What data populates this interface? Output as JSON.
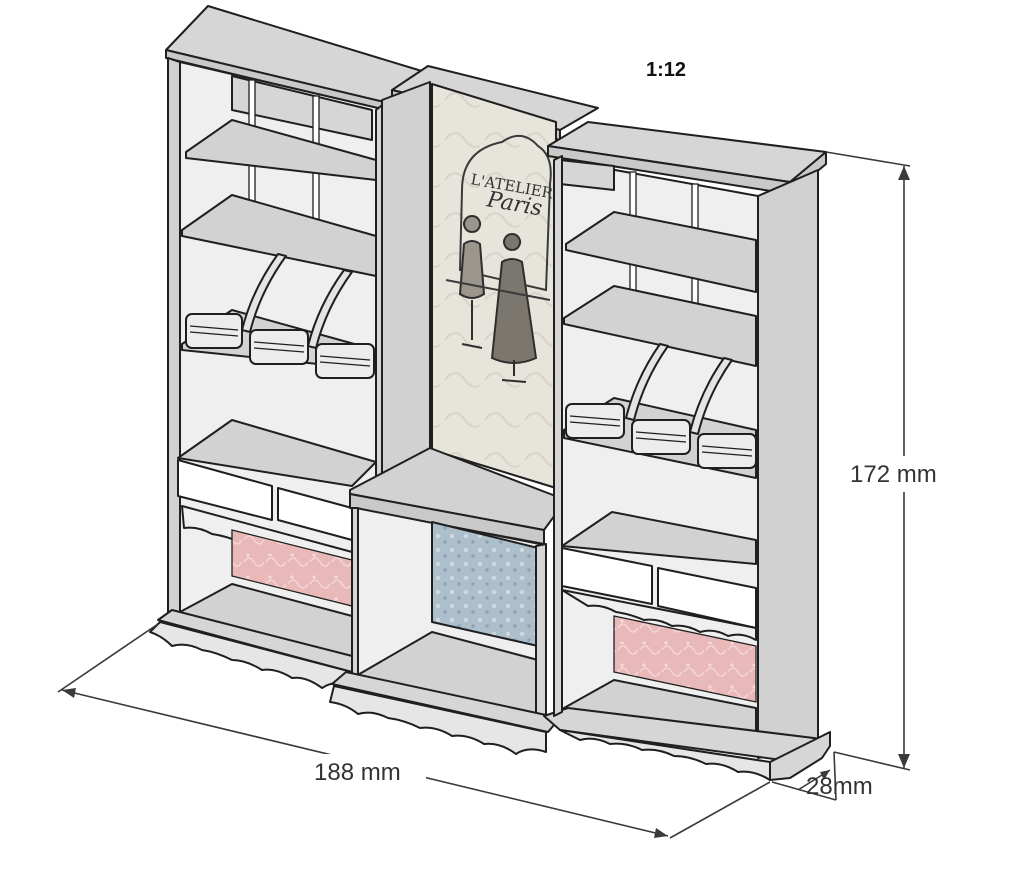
{
  "diagram": {
    "scale_label": "1:12",
    "dimensions": {
      "height": "172 mm",
      "width": "188 mm",
      "depth": "28mm"
    },
    "poster": {
      "line1": "L'ATELIER",
      "line2": "Paris"
    },
    "colors": {
      "frame": "#d6d6d6",
      "frame_dark": "#c4c4c4",
      "interior": "#efefef",
      "pink_fabric": "#e8b9b8",
      "blue_fabric": "#aebfcc",
      "poster_bg": "#e7e4dc"
    }
  }
}
